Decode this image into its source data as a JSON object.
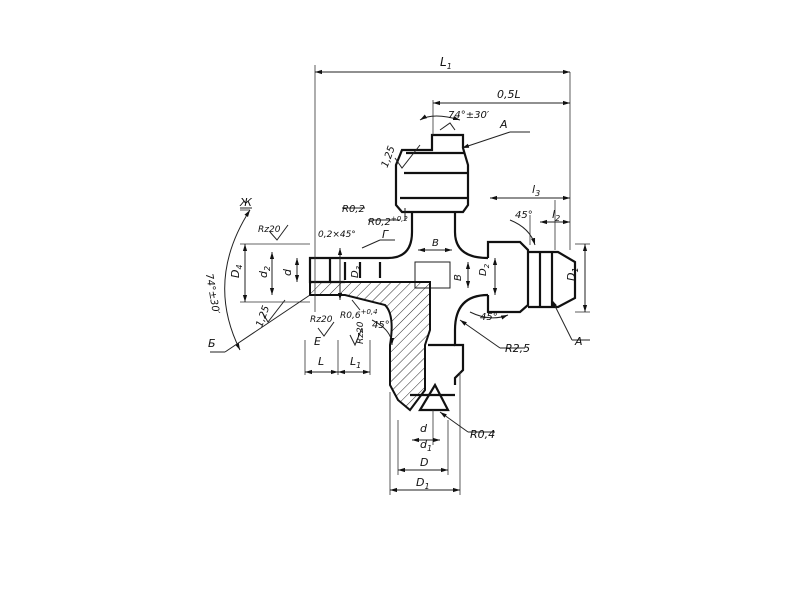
{
  "drawing": {
    "dims": {
      "L1_total": "L",
      "L1_total_sub": "1",
      "half_L": "0,5L",
      "angle_top": "74°±30′",
      "angle_left": "74°±30′",
      "ref_A_top": "А",
      "ref_A_right": "А",
      "ref_B": "Б",
      "ref_Zh": "Ж",
      "ref_G": "Г",
      "ref_E": "Е",
      "rough_1": "1,25",
      "rough_2": "1,25",
      "rz_1": "Rz20",
      "rz_2": "Rz20",
      "rz_3": "Rz20",
      "r02": "R0,2",
      "r02tol": "R0,2",
      "r02tol_sup": "+0,2",
      "chamfer": "0,2×45°",
      "r06": "R0,6",
      "r06_sup": "+0,4",
      "angle45_a": "45°",
      "angle45_b": "45°",
      "angle45_c": "45°",
      "l3": "l",
      "l3_sub": "3",
      "l2": "l",
      "l2_sub": "2",
      "B1": "В",
      "B2": "В",
      "D1_right": "D",
      "D1_right_sub": "1",
      "D2_right": "D",
      "D2_right_sub": "2",
      "D4": "D",
      "D4_sub": "4",
      "d2": "d",
      "d2_sub": "2",
      "d_left": "d",
      "D3": "D",
      "D3_sub": "3",
      "R25": "R2,5",
      "R04": "R0,4",
      "d_bottom": "d",
      "d1_bottom": "d",
      "d1_bottom_sub": "1",
      "D_bottom": "D",
      "D1_bottom": "D",
      "D1_bottom_sub": "1",
      "L_left": "L",
      "L1_left": "L",
      "L1_left_sub": "1"
    }
  }
}
